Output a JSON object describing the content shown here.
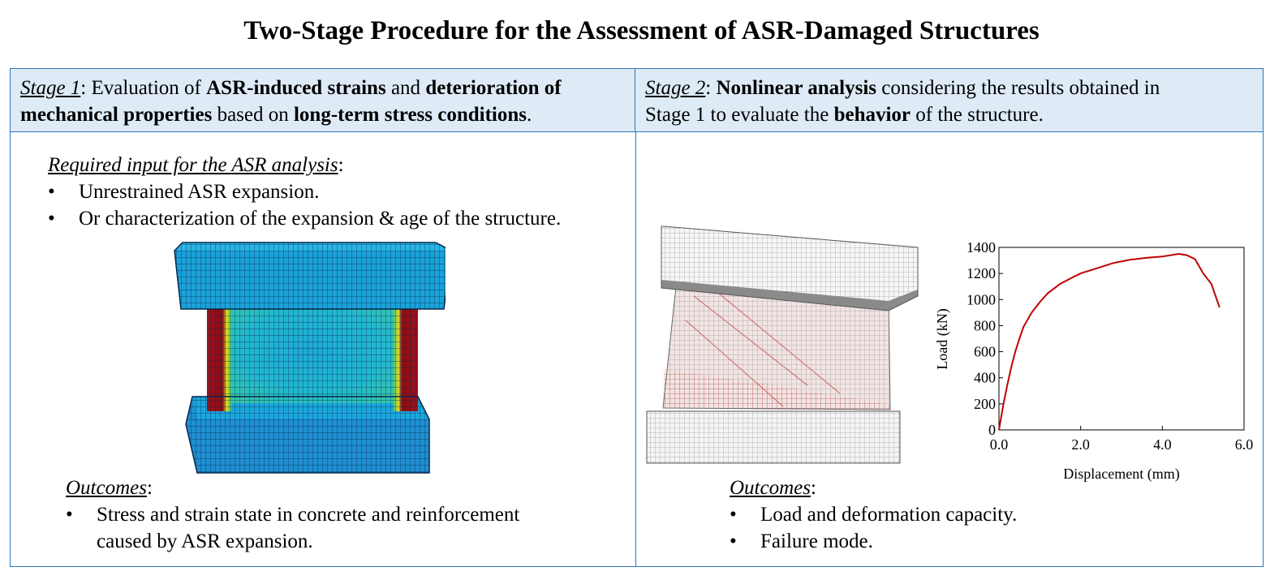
{
  "title": "Two-Stage Procedure for the Assessment of ASR-Damaged Structures",
  "stage1": {
    "label": "Stage 1",
    "sep1": ": Evaluation of ",
    "bold1": "ASR-induced strains",
    "mid1": " and ",
    "bold2": "deterioration of",
    "bold3": "mechanical properties",
    "mid2": " based on ",
    "bold4": "long-term stress conditions",
    "end": ".",
    "input_heading": "Required input for the ASR analysis",
    "input_colon": ":",
    "inputs": [
      "Unrestrained ASR expansion.",
      "Or characterization of the expansion & age of the structure."
    ],
    "outcomes_heading": "Outcomes",
    "outcomes_colon": ":",
    "outcomes_line1": "Stress and strain state in concrete and reinforcement",
    "outcomes_line2": "caused by ASR expansion."
  },
  "stage2": {
    "label": "Stage 2",
    "sep1": ": ",
    "bold1": "Nonlinear analysis",
    "mid1": " considering the results obtained in",
    "line2a": "Stage 1 to evaluate the ",
    "bold2": "behavior",
    "line2b": " of the structure.",
    "outcomes_heading": "Outcomes",
    "outcomes_colon": ":",
    "outcomes": [
      "Load and deformation capacity.",
      "Failure mode."
    ]
  },
  "colors": {
    "border": "#2e75b6",
    "header_bg": "#deebf7",
    "curve": "#c00000"
  },
  "chart_data": {
    "type": "line",
    "xlabel": "Displacement (mm)",
    "ylabel": "Load (kN)",
    "xlim": [
      0,
      6
    ],
    "ylim": [
      0,
      1400
    ],
    "x_ticks": [
      "0.0",
      "2.0",
      "4.0",
      "6.0"
    ],
    "y_ticks": [
      "0",
      "200",
      "400",
      "600",
      "800",
      "1000",
      "1200",
      "1400"
    ],
    "grid": false,
    "series": [
      {
        "x": [
          0,
          0.1,
          0.2,
          0.3,
          0.4,
          0.5,
          0.6,
          0.8,
          1.0,
          1.2,
          1.5,
          1.8,
          2.0,
          2.4,
          2.8,
          3.2,
          3.6,
          4.0,
          4.2,
          4.4,
          4.6,
          4.8,
          5.0,
          5.2,
          5.4
        ],
        "y": [
          0,
          180,
          340,
          480,
          600,
          700,
          790,
          900,
          980,
          1050,
          1120,
          1170,
          1200,
          1240,
          1280,
          1305,
          1320,
          1330,
          1340,
          1350,
          1340,
          1310,
          1200,
          1120,
          940
        ]
      }
    ]
  }
}
